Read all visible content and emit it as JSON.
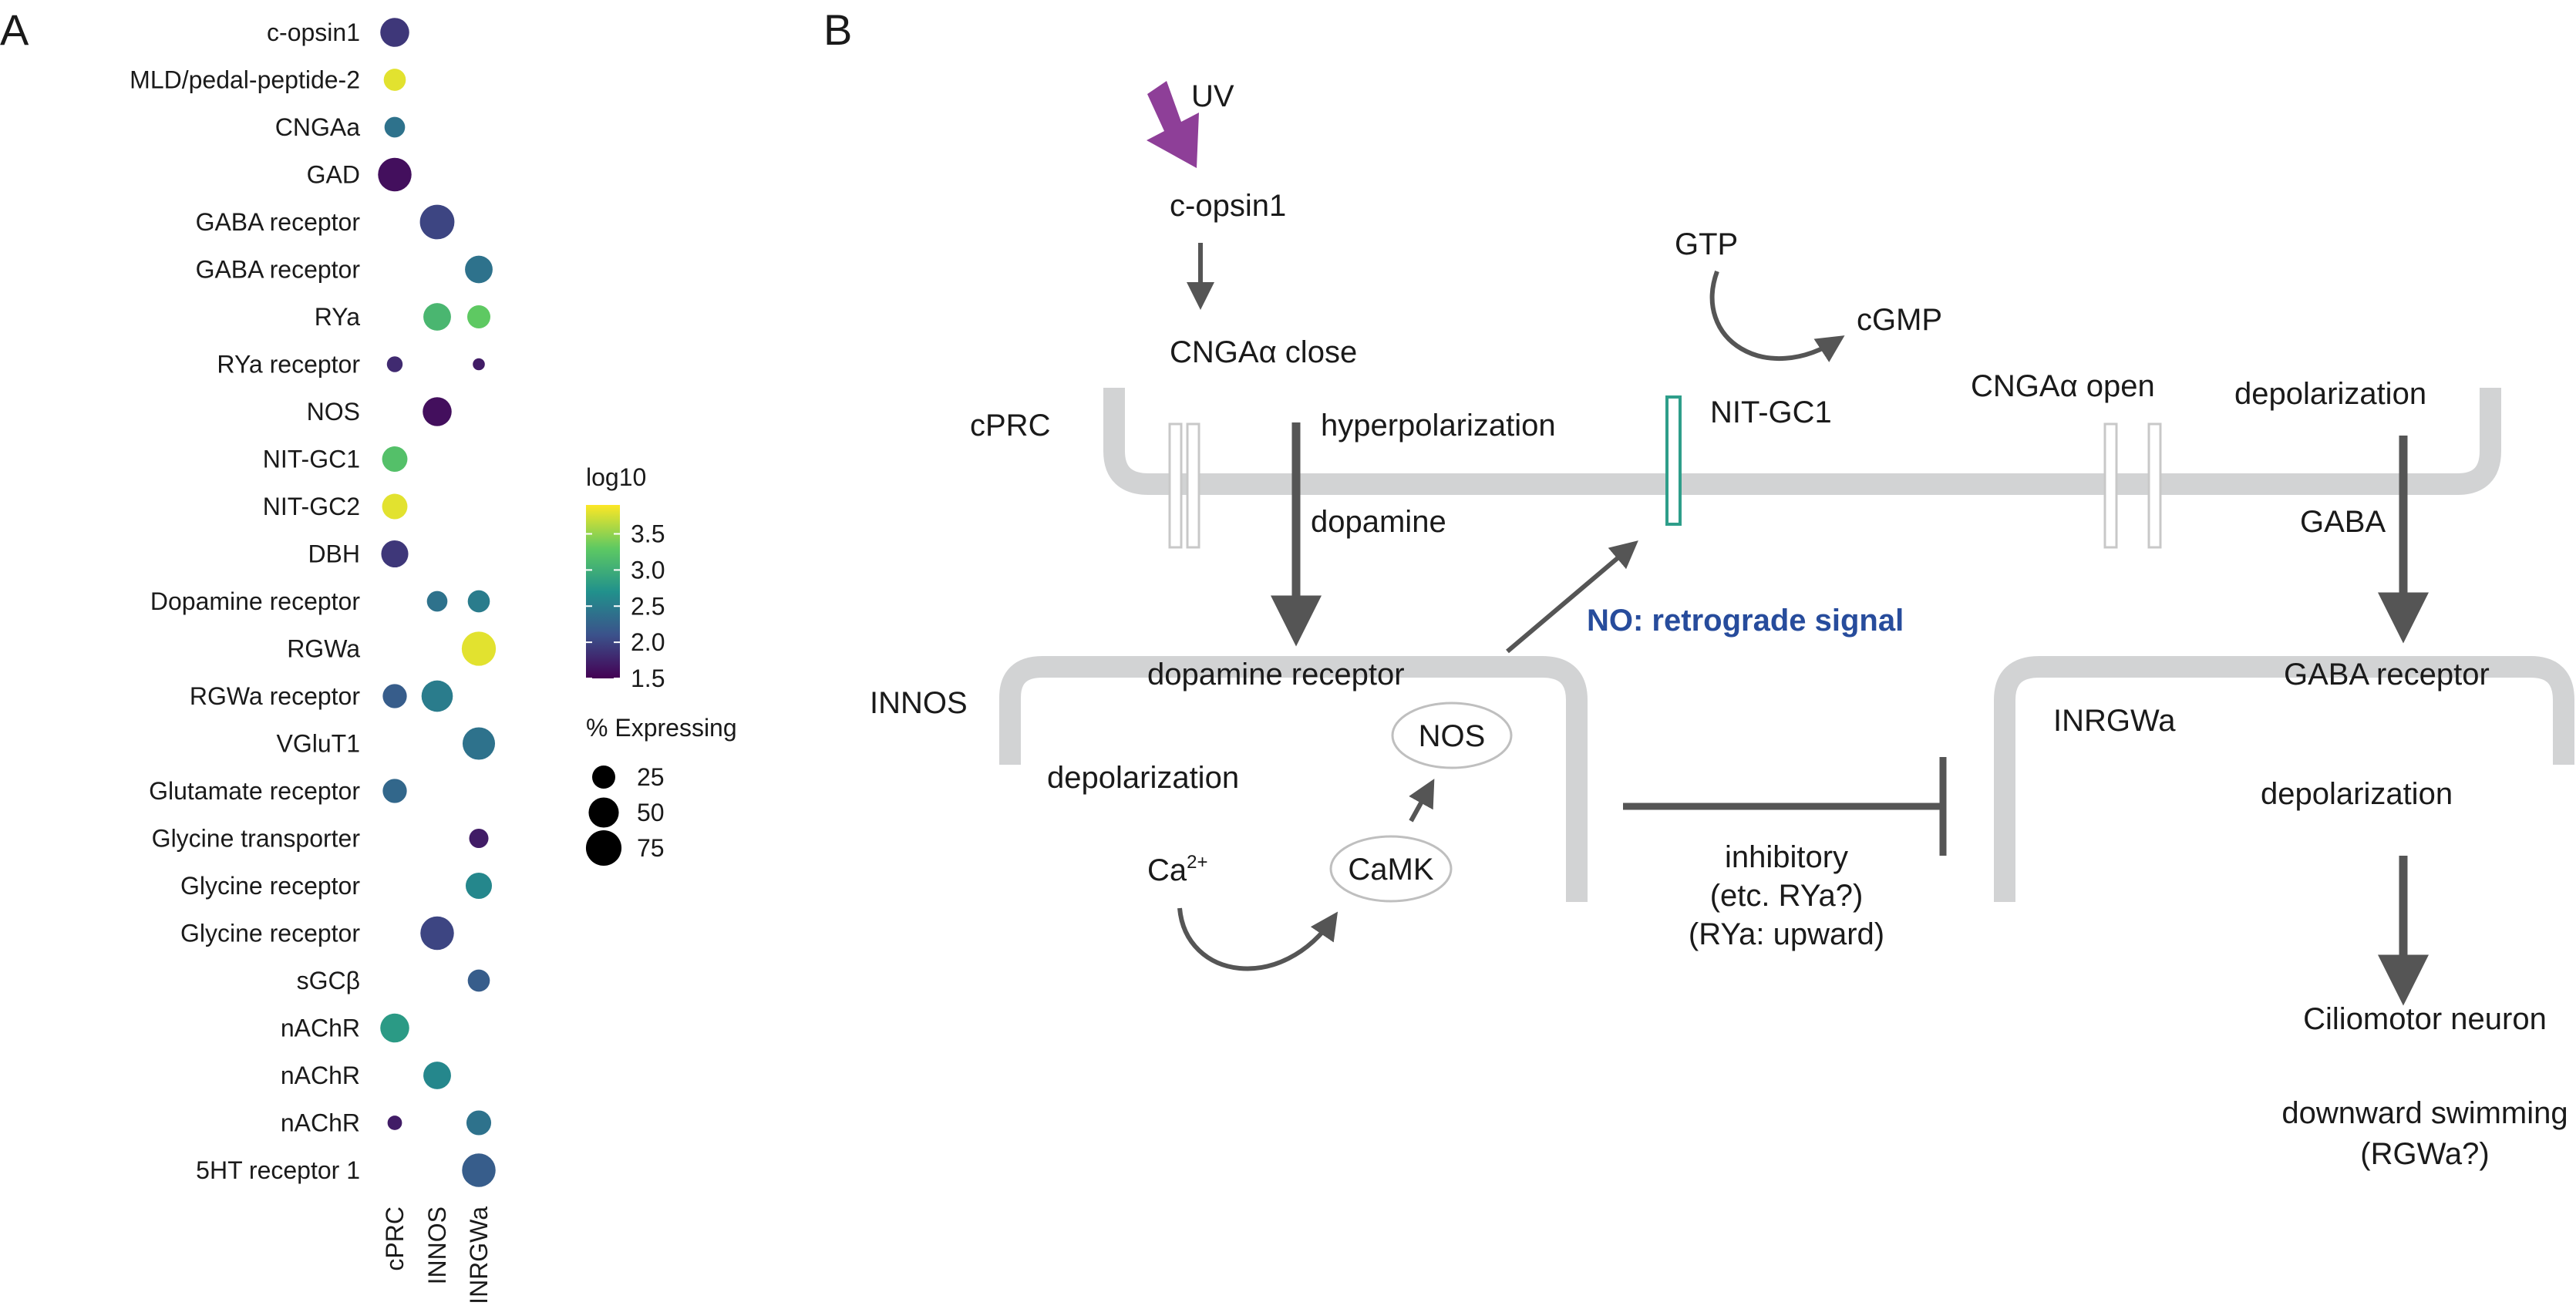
{
  "panels": {
    "a": "A",
    "b": "B"
  },
  "chart_data": {
    "type": "dot-plot",
    "genes": [
      "c-opsin1",
      "MLD/pedal-peptide-2",
      "CNGAa",
      "GAD",
      "GABA receptor",
      "GABA receptor",
      "RYa",
      "RYa receptor",
      "NOS",
      "NIT-GC1",
      "NIT-GC2",
      "DBH",
      "Dopamine receptor",
      "RGWa",
      "RGWa receptor",
      "VGluT1",
      "Glutamate receptor",
      "Glycine transporter",
      "Glycine receptor",
      "Glycine receptor",
      "sGCβ",
      "nAChR",
      "nAChR",
      "nAChR",
      "5HT receptor 1"
    ],
    "cell_types": [
      "cPRC",
      "INNOS",
      "INRGWa"
    ],
    "color_scale": {
      "title": "log10",
      "ticks": [
        "3.5",
        "3.0",
        "2.5",
        "2.0",
        "1.5"
      ],
      "min": 1.5,
      "max": 3.9
    },
    "size_scale": {
      "title": "% Expressing",
      "ticks": [
        "25",
        "50",
        "75"
      ],
      "values": [
        25,
        50,
        75
      ]
    },
    "points": [
      {
        "gene": 0,
        "cell": 0,
        "pct": 45,
        "log10": 1.9
      },
      {
        "gene": 1,
        "cell": 0,
        "pct": 22,
        "log10": 3.8
      },
      {
        "gene": 2,
        "cell": 0,
        "pct": 18,
        "log10": 2.4
      },
      {
        "gene": 3,
        "cell": 0,
        "pct": 65,
        "log10": 1.6
      },
      {
        "gene": 4,
        "cell": 1,
        "pct": 70,
        "log10": 2.0
      },
      {
        "gene": 5,
        "cell": 2,
        "pct": 40,
        "log10": 2.4
      },
      {
        "gene": 6,
        "cell": 1,
        "pct": 40,
        "log10": 3.1
      },
      {
        "gene": 6,
        "cell": 2,
        "pct": 25,
        "log10": 3.3
      },
      {
        "gene": 7,
        "cell": 0,
        "pct": 8,
        "log10": 1.8
      },
      {
        "gene": 7,
        "cell": 2,
        "pct": 3,
        "log10": 1.7
      },
      {
        "gene": 8,
        "cell": 1,
        "pct": 45,
        "log10": 1.6
      },
      {
        "gene": 9,
        "cell": 0,
        "pct": 32,
        "log10": 3.2
      },
      {
        "gene": 10,
        "cell": 0,
        "pct": 32,
        "log10": 3.8
      },
      {
        "gene": 11,
        "cell": 0,
        "pct": 38,
        "log10": 1.9
      },
      {
        "gene": 12,
        "cell": 1,
        "pct": 18,
        "log10": 2.4
      },
      {
        "gene": 12,
        "cell": 2,
        "pct": 22,
        "log10": 2.5
      },
      {
        "gene": 13,
        "cell": 2,
        "pct": 68,
        "log10": 3.8
      },
      {
        "gene": 14,
        "cell": 0,
        "pct": 28,
        "log10": 2.2
      },
      {
        "gene": 14,
        "cell": 1,
        "pct": 55,
        "log10": 2.5
      },
      {
        "gene": 15,
        "cell": 2,
        "pct": 60,
        "log10": 2.4
      },
      {
        "gene": 16,
        "cell": 0,
        "pct": 28,
        "log10": 2.3
      },
      {
        "gene": 17,
        "cell": 2,
        "pct": 15,
        "log10": 1.7
      },
      {
        "gene": 18,
        "cell": 2,
        "pct": 35,
        "log10": 2.6
      },
      {
        "gene": 19,
        "cell": 1,
        "pct": 65,
        "log10": 2.0
      },
      {
        "gene": 20,
        "cell": 2,
        "pct": 22,
        "log10": 2.2
      },
      {
        "gene": 21,
        "cell": 0,
        "pct": 45,
        "log10": 2.8
      },
      {
        "gene": 22,
        "cell": 1,
        "pct": 40,
        "log10": 2.6
      },
      {
        "gene": 23,
        "cell": 0,
        "pct": 6,
        "log10": 1.7
      },
      {
        "gene": 23,
        "cell": 2,
        "pct": 30,
        "log10": 2.4
      },
      {
        "gene": 24,
        "cell": 2,
        "pct": 65,
        "log10": 2.2
      }
    ]
  },
  "diagram": {
    "uv": "UV",
    "copsin": "c-opsin1",
    "cnga_close": "CNGAα close",
    "cprc": "cPRC",
    "hyperpolarization": "hyperpolarization",
    "dopamine": "dopamine",
    "gtp": "GTP",
    "cgmp": "cGMP",
    "nitgc1": "NIT-GC1",
    "cnga_open": "CNGAα open",
    "depol_top": "depolarization",
    "gaba": "GABA",
    "no_signal": "NO: retrograde signal",
    "innos": "INNOS",
    "dopamine_receptor": "dopamine receptor",
    "nos": "NOS",
    "depol_innos": "depolarization",
    "ca_base": "Ca",
    "ca_sup": "2+",
    "camk": "CaMK",
    "inhibitory1": "inhibitory",
    "inhibitory2": "(etc. RYa?)",
    "inhibitory3": "(RYa: upward)",
    "gaba_receptor": "GABA receptor",
    "inrgwa": "INRGWa",
    "depol_inrgwa": "depolarization",
    "ciliomotor": "Ciliomotor neuron",
    "downward1": "downward swimming",
    "downward2": "(RGWa?)"
  },
  "colors": {
    "membrane": "#d2d3d4",
    "arrow": "#555555",
    "uv": "#8e3f98",
    "no_text": "#274c9c",
    "channel": "#c8c8c8",
    "nitgc": "#2e9e8a"
  }
}
